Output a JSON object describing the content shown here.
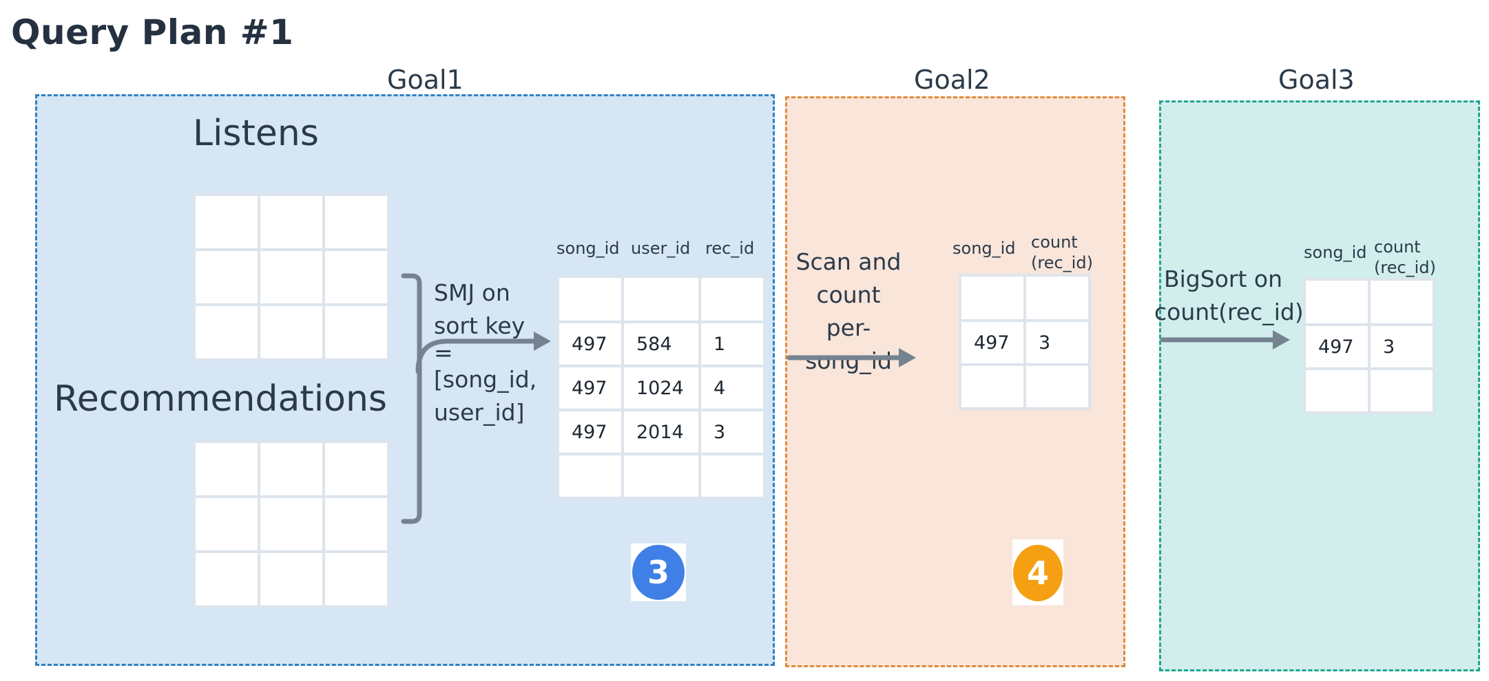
{
  "title": "Query Plan #1",
  "goals": {
    "goal1": "Goal1",
    "goal2": "Goal2",
    "goal3": "Goal3"
  },
  "goal1": {
    "listens_label": "Listens",
    "recommendations_label": "Recommendations",
    "smj_lines": [
      "SMJ on",
      "sort key",
      "=",
      "[song_id,",
      "user_id]"
    ],
    "table": {
      "headers": [
        "song_id",
        "user_id",
        "rec_id"
      ],
      "rows": [
        [
          "",
          "",
          ""
        ],
        [
          "497",
          "584",
          "1"
        ],
        [
          "497",
          "1024",
          "4"
        ],
        [
          "497",
          "2014",
          "3"
        ],
        [
          "",
          "",
          ""
        ]
      ]
    },
    "badge": "3",
    "badge_color": "#3f7fe6"
  },
  "goal2": {
    "op_lines": [
      "Scan and",
      "count",
      "per-song_id"
    ],
    "table": {
      "headers": [
        "song_id",
        "count\n(rec_id)"
      ],
      "rows": [
        [
          "",
          ""
        ],
        [
          "497",
          "3"
        ],
        [
          "",
          ""
        ]
      ]
    },
    "badge": "4",
    "badge_color": "#f5a012"
  },
  "goal3": {
    "op_lines": [
      "BigSort on",
      "count(rec_id)"
    ],
    "table": {
      "headers": [
        "song_id",
        "count\n(rec_id)"
      ],
      "rows": [
        [
          "",
          ""
        ],
        [
          "497",
          "3"
        ],
        [
          "",
          ""
        ]
      ]
    }
  },
  "colors": {
    "arrow": "#74838f",
    "goal1_border": "#2f7fc1",
    "goal2_border": "#e08a3c",
    "goal3_border": "#1fa58f"
  }
}
